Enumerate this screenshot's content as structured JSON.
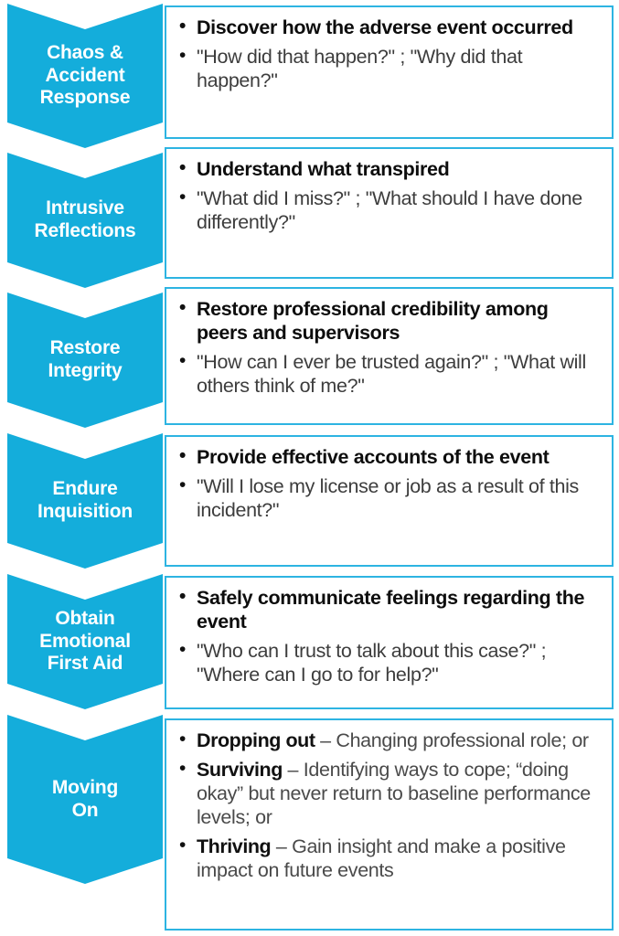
{
  "theme": {
    "accent": "#14ADDB",
    "panel_border": "#2DB4E2",
    "strong_text": "#0d0d0d",
    "quote_text": "#3d3d3d",
    "label_text": "#ffffff"
  },
  "diagram": {
    "type": "chevron-process-flow",
    "stage_count": 6,
    "stages": [
      {
        "label": "Chaos &\nAccident\nResponse",
        "bullets": [
          {
            "style": "strong",
            "text": "Discover how the adverse event occurred"
          },
          {
            "style": "quote",
            "text": "\"How did that happen?\" ; \"Why did that happen?\""
          }
        ]
      },
      {
        "label": "Intrusive\nReflections",
        "bullets": [
          {
            "style": "strong",
            "text": "Understand what transpired"
          },
          {
            "style": "quote",
            "text": "\"What did I miss?\" ; \"What should I have done differently?\""
          }
        ]
      },
      {
        "label": "Restore\nIntegrity",
        "bullets": [
          {
            "style": "strong",
            "text": "Restore professional credibility among peers and supervisors"
          },
          {
            "style": "quote",
            "text": "\"How can I ever be trusted again?\" ; \"What will others think of me?\""
          }
        ]
      },
      {
        "label": "Endure\nInquisition",
        "bullets": [
          {
            "style": "strong",
            "text": "Provide effective accounts of the event"
          },
          {
            "style": "quote",
            "text": "\"Will I lose my license or job as a result of this incident?\""
          }
        ]
      },
      {
        "label": "Obtain\nEmotional\nFirst Aid",
        "bullets": [
          {
            "style": "strong",
            "text": "Safely communicate feelings regarding the event"
          },
          {
            "style": "quote",
            "text": "\"Who can I trust to talk about this case?\" ; \"Where can I go to for help?\""
          }
        ]
      },
      {
        "label": "Moving\nOn",
        "bullets": [
          {
            "style": "mixed",
            "lead": "Dropping out",
            "rest": " – Changing professional role; or"
          },
          {
            "style": "mixed",
            "lead": "Surviving",
            "rest": " – Identifying ways to cope; “doing okay” but never return to baseline performance levels; or"
          },
          {
            "style": "mixed",
            "lead": "Thriving",
            "rest": " – Gain insight and make a positive impact on future events"
          }
        ]
      }
    ]
  }
}
